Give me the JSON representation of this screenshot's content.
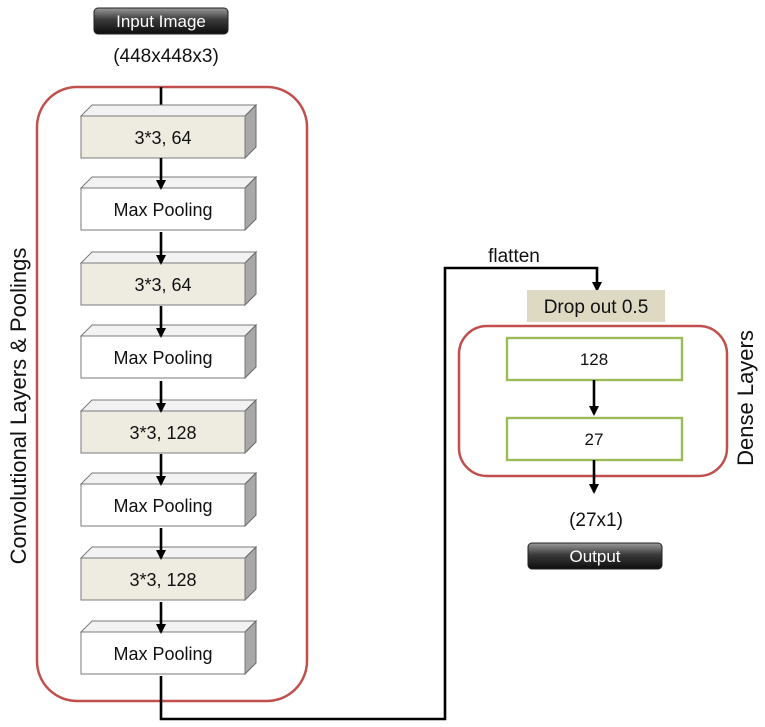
{
  "input": {
    "label": "Input Image",
    "shape": "(448x448x3)"
  },
  "conv_group": {
    "label": "Convolutional Layers & Poolings",
    "border_color": "#c0504d",
    "conv_fill": "#eeece1",
    "pool_fill": "#ffffff",
    "layers": [
      {
        "kind": "conv",
        "label": "3*3, 64"
      },
      {
        "kind": "pool",
        "label": "Max Pooling"
      },
      {
        "kind": "conv",
        "label": "3*3, 64"
      },
      {
        "kind": "pool",
        "label": "Max Pooling"
      },
      {
        "kind": "conv",
        "label": "3*3, 128"
      },
      {
        "kind": "pool",
        "label": "Max Pooling"
      },
      {
        "kind": "conv",
        "label": "3*3, 128"
      },
      {
        "kind": "pool",
        "label": "Max Pooling"
      }
    ]
  },
  "flatten": {
    "label": "flatten"
  },
  "dropout": {
    "label": "Drop out 0.5",
    "fill": "#ddd9c3"
  },
  "dense_group": {
    "label": "Dense Layers",
    "border_color": "#c0504d",
    "box_border_color": "#9bbb59",
    "layers": [
      {
        "label": "128"
      },
      {
        "label": "27"
      }
    ]
  },
  "output": {
    "shape": "(27x1)",
    "label": "Output"
  }
}
